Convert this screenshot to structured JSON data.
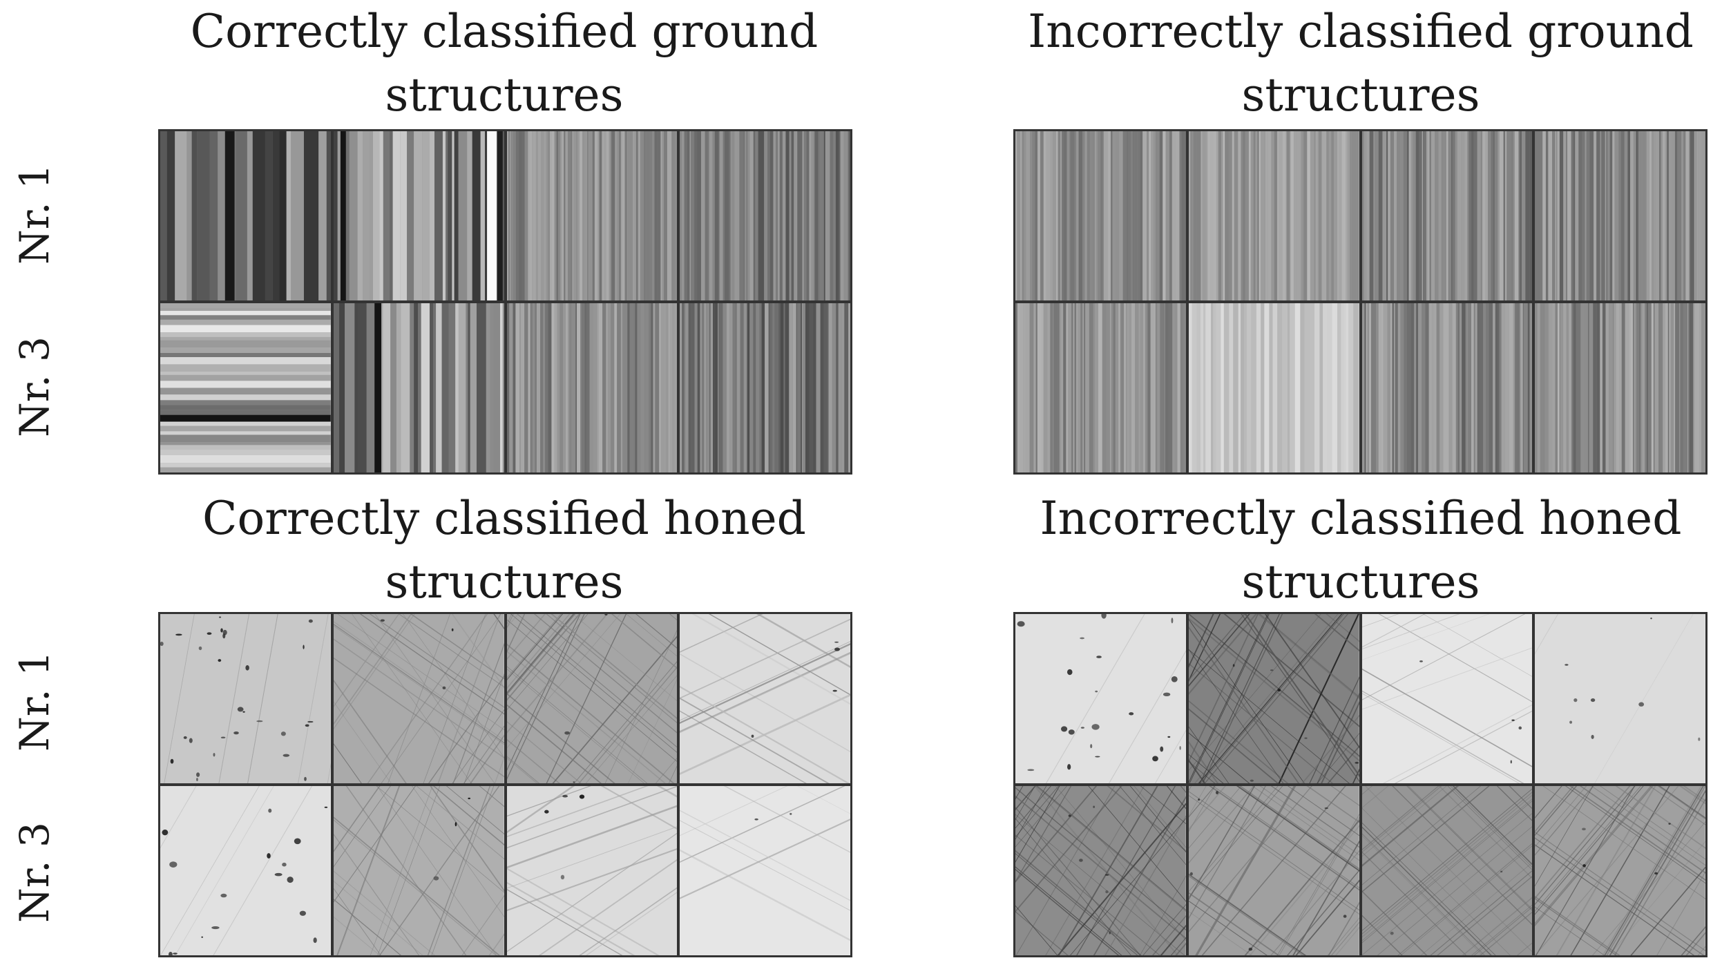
{
  "panels": {
    "correct_ground": {
      "title_line1": "Correctly classified  ground",
      "title_line2": "structures"
    },
    "incorrect_ground": {
      "title_line1": "Incorrectly classified  ground",
      "title_line2": "structures"
    },
    "correct_honed": {
      "title_line1": "Correctly classified honed",
      "title_line2": "structures"
    },
    "incorrect_honed": {
      "title_line1": "Incorrectly classified honed",
      "title_line2": "structures"
    }
  },
  "row_labels": {
    "row1": "Nr. 1",
    "row3": "Nr. 3"
  }
}
